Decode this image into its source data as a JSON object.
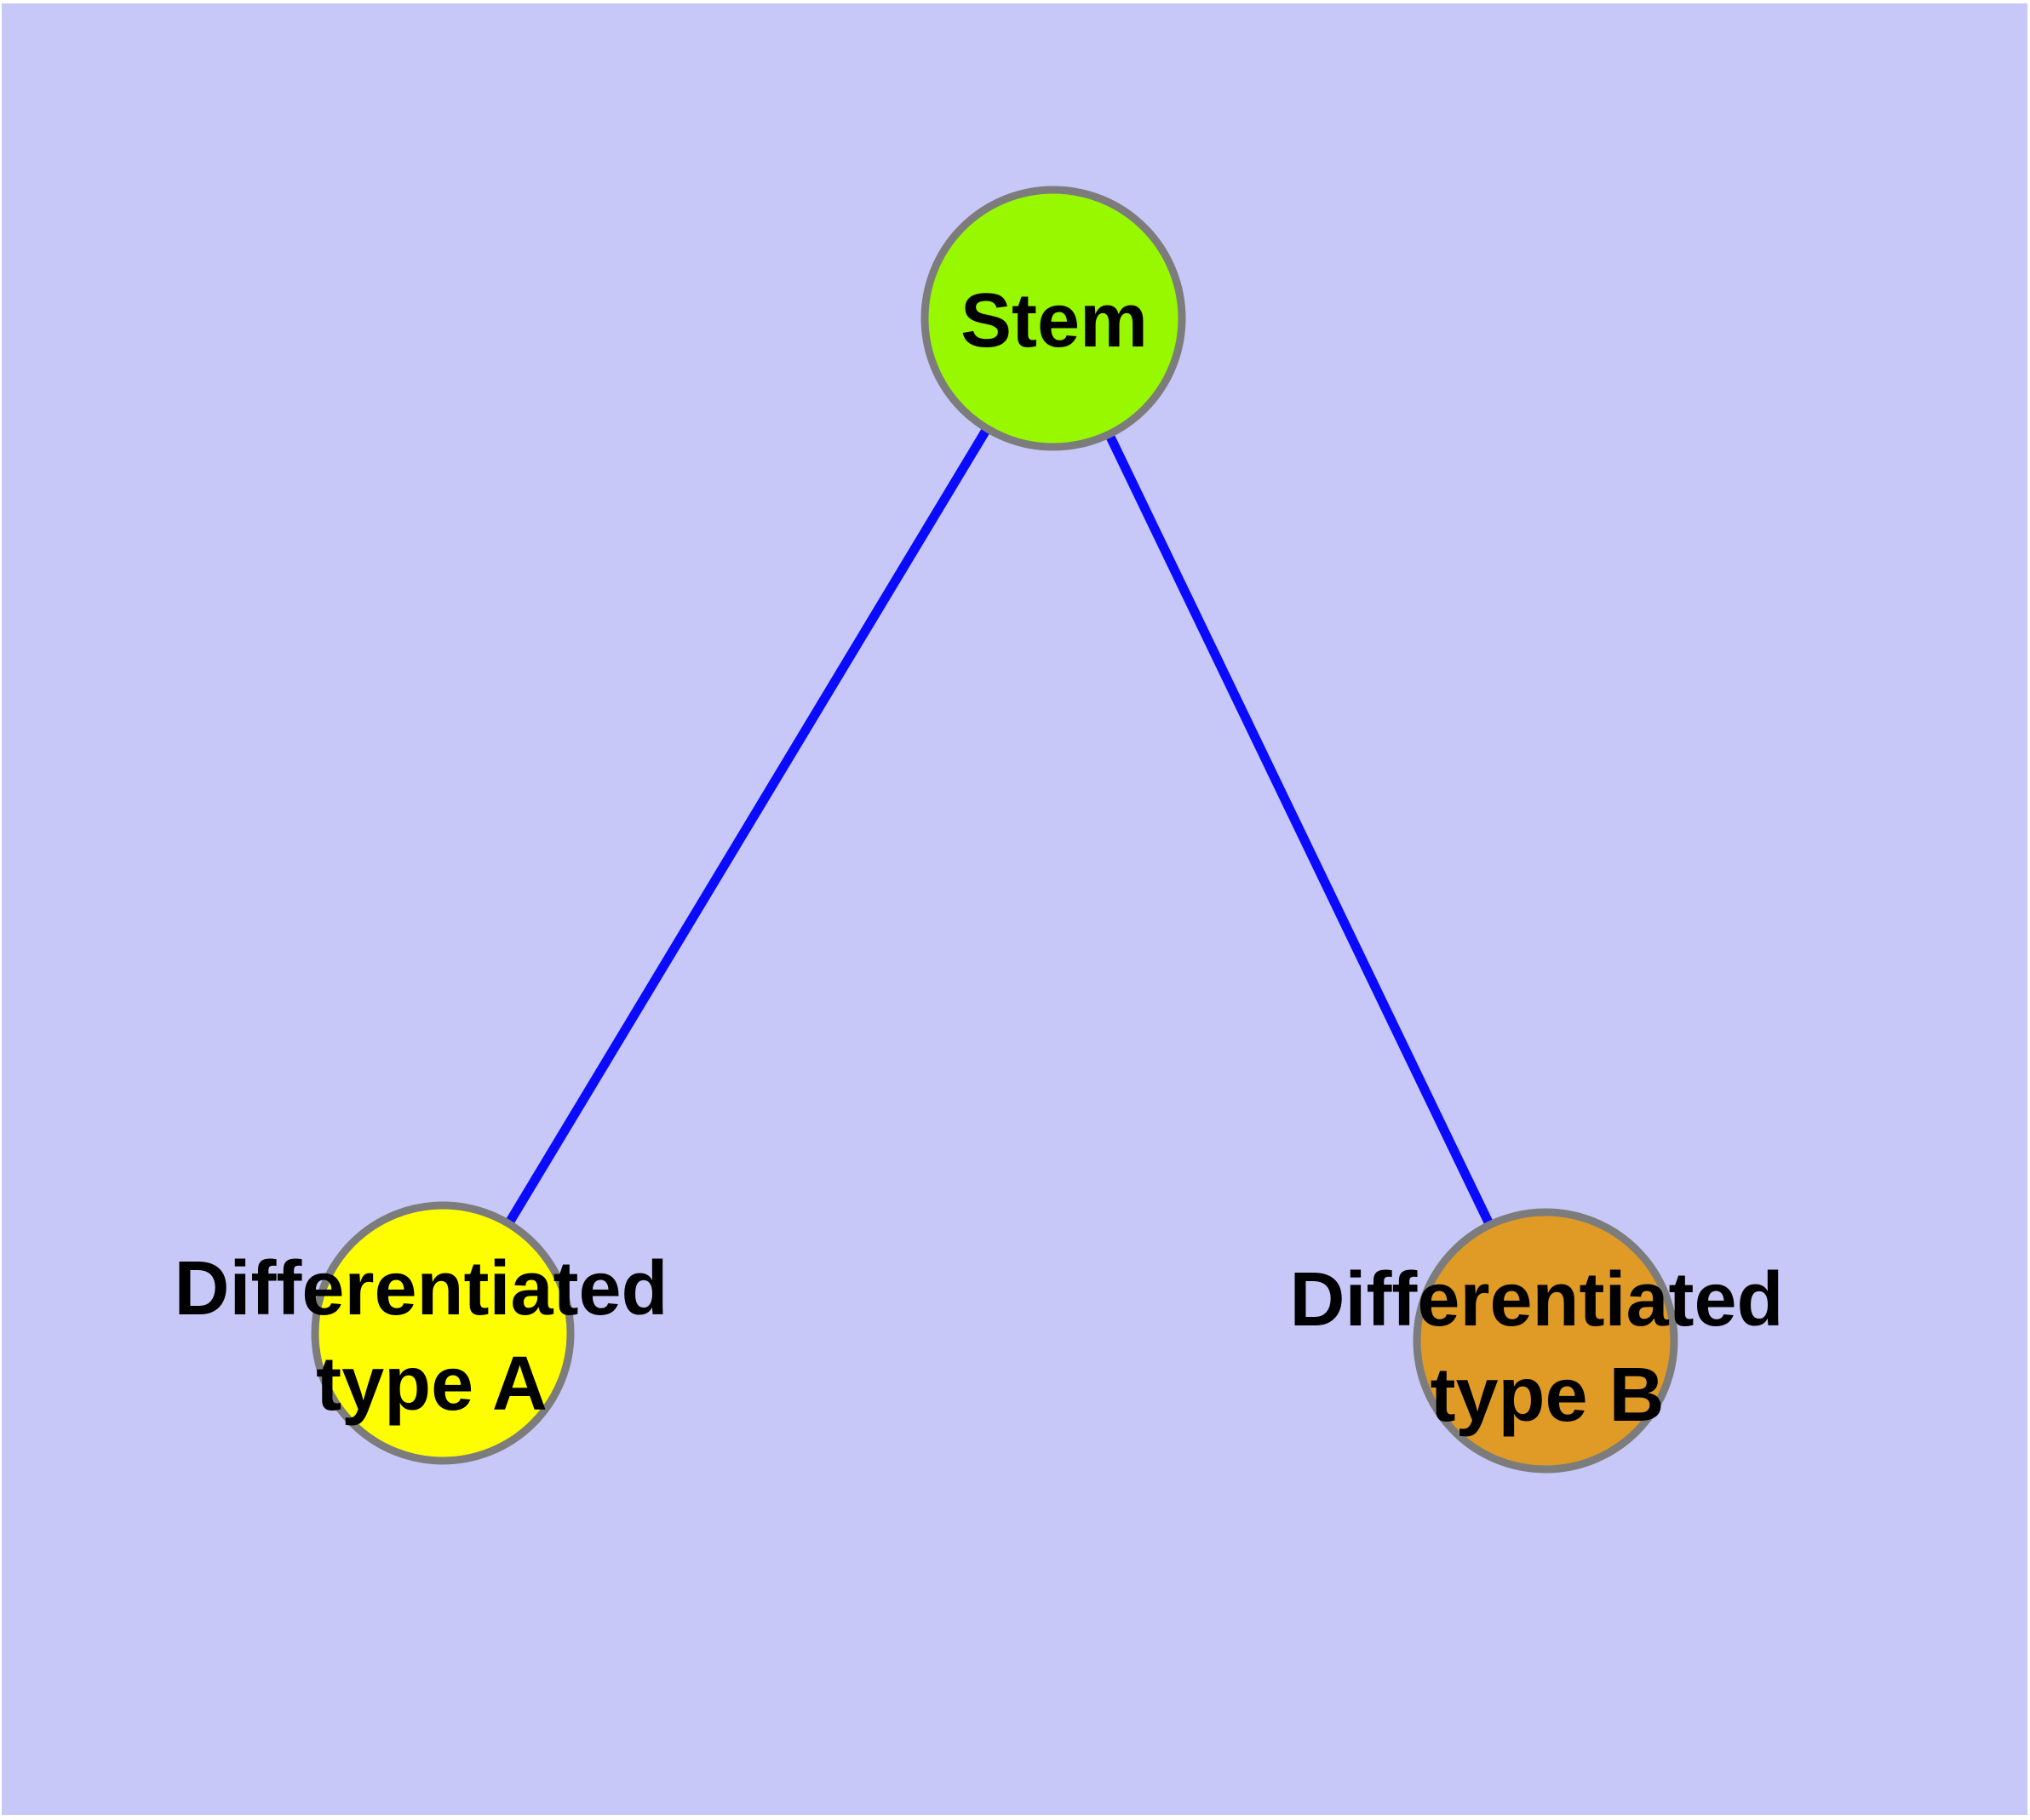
{
  "diagram": {
    "type": "node-link-graph",
    "colors": {
      "background": "#C8C8F8",
      "frame": "#FFFFFF",
      "edge": "#0A0AFF",
      "node_border": "#7C7C7C",
      "label": "#000000"
    },
    "nodes": {
      "stem": {
        "label": "Stem",
        "fill": "#97F800"
      },
      "type_a": {
        "label": "Differentiated type A",
        "label_line1": "Differentiated",
        "label_line2": "type A",
        "fill": "#FEFE00"
      },
      "type_b": {
        "label": "Differentiated type B",
        "label_line1": "Differentiated",
        "label_line2": "type B",
        "fill": "#E09A26"
      }
    },
    "edges": [
      {
        "from": "Stem",
        "to": "Differentiated type A"
      },
      {
        "from": "Stem",
        "to": "Differentiated type B"
      }
    ]
  }
}
